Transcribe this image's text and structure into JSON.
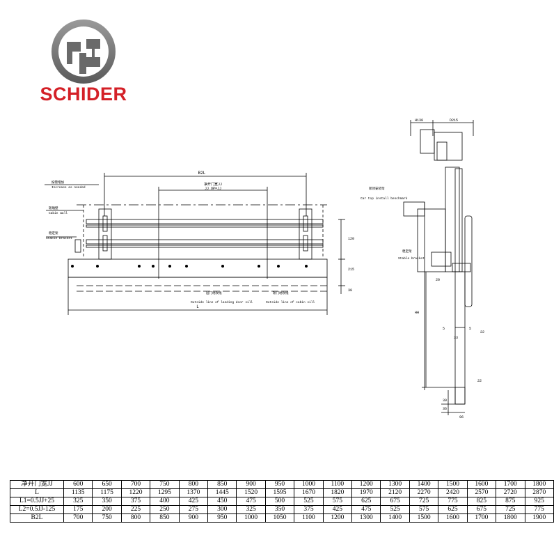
{
  "brand": {
    "name": "SCHIDER",
    "color": "#d42027",
    "logo_icon": "schider-emblem"
  },
  "front_view": {
    "dim_b2l": "B2L",
    "dim_jj_cn": "净开门宽JJ",
    "dim_jj_en": "JJ OP=JJ",
    "dim_l": "L",
    "dim_120": "120",
    "dim_215": "215",
    "dim_30": "30",
    "label_increase_cn": "按需增加",
    "label_increase_en": "Increase as needed",
    "label_cabin_wall_cn": "轿厢壁",
    "label_cabin_wall_en": "Cabin wall",
    "label_stable_cn": "稳定架",
    "label_stable_en": "Stable bracket",
    "label_landing_sill_cn": "层门地坎线",
    "label_landing_sill_en": "Outside line of landing door sill",
    "label_cabin_sill_cn": "轿门地坎线",
    "label_cabin_sill_en": "Outside line of cabin sill"
  },
  "side_view": {
    "dim_h130": "H130",
    "dim_d215": "D215",
    "dim_hh": "HH",
    "dim_20": "20",
    "dim_5a": "5",
    "dim_5b": "5",
    "dim_33": "33",
    "dim_22a": "22",
    "dim_22b": "22",
    "dim_39": "39",
    "dim_36": "36",
    "dim_96": "96",
    "label_car_top_cn": "轿顶安装架",
    "label_car_top_en": "Car top install benchmark",
    "label_stable_cn": "稳定架",
    "label_stable_en": "Stable bracket"
  },
  "table": {
    "rows": [
      {
        "header": "净开门宽JJ",
        "values": [
          "600",
          "650",
          "700",
          "750",
          "800",
          "850",
          "900",
          "950",
          "1000",
          "1100",
          "1200",
          "1300",
          "1400",
          "1500",
          "1600",
          "1700",
          "1800"
        ]
      },
      {
        "header": "L",
        "values": [
          "1135",
          "1175",
          "1220",
          "1295",
          "1370",
          "1445",
          "1520",
          "1595",
          "1670",
          "1820",
          "1970",
          "2120",
          "2270",
          "2420",
          "2570",
          "2720",
          "2870"
        ]
      },
      {
        "header": "L1=0.5JJ+25",
        "values": [
          "325",
          "350",
          "375",
          "400",
          "425",
          "450",
          "475",
          "500",
          "525",
          "575",
          "625",
          "675",
          "725",
          "775",
          "825",
          "875",
          "925"
        ]
      },
      {
        "header": "L2=0.5JJ-125",
        "values": [
          "175",
          "200",
          "225",
          "250",
          "275",
          "300",
          "325",
          "350",
          "375",
          "425",
          "475",
          "525",
          "575",
          "625",
          "675",
          "725",
          "775"
        ]
      },
      {
        "header": "B2L",
        "values": [
          "700",
          "750",
          "800",
          "850",
          "900",
          "950",
          "1000",
          "1050",
          "1100",
          "1200",
          "1300",
          "1400",
          "1500",
          "1600",
          "1700",
          "1800",
          "1900"
        ]
      }
    ]
  }
}
